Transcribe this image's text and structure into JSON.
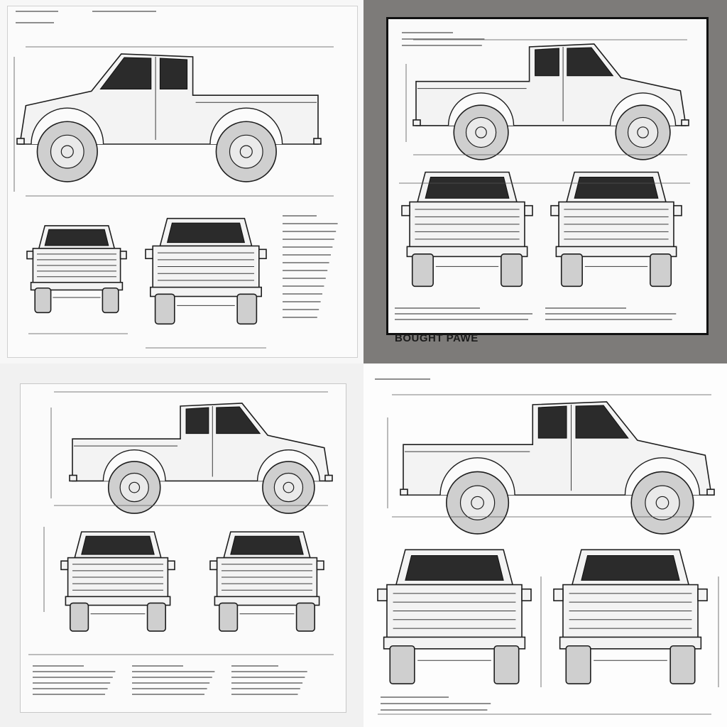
{
  "panels": [
    {
      "id": "top-left",
      "title": "",
      "caption": "",
      "views": [
        "side",
        "front",
        "rear"
      ]
    },
    {
      "id": "top-right",
      "title": "",
      "caption": "BOUGHT PAWE",
      "views": [
        "side",
        "front",
        "rear"
      ]
    },
    {
      "id": "bottom-left",
      "title": "",
      "caption": "",
      "views": [
        "side",
        "front",
        "rear"
      ]
    },
    {
      "id": "bottom-right",
      "title": "",
      "caption": "",
      "views": [
        "side",
        "front",
        "rear"
      ]
    }
  ],
  "colors": {
    "gray_frame": "#7d7b79",
    "ink": "#1e1e1e",
    "paper": "#fbfbfb"
  }
}
